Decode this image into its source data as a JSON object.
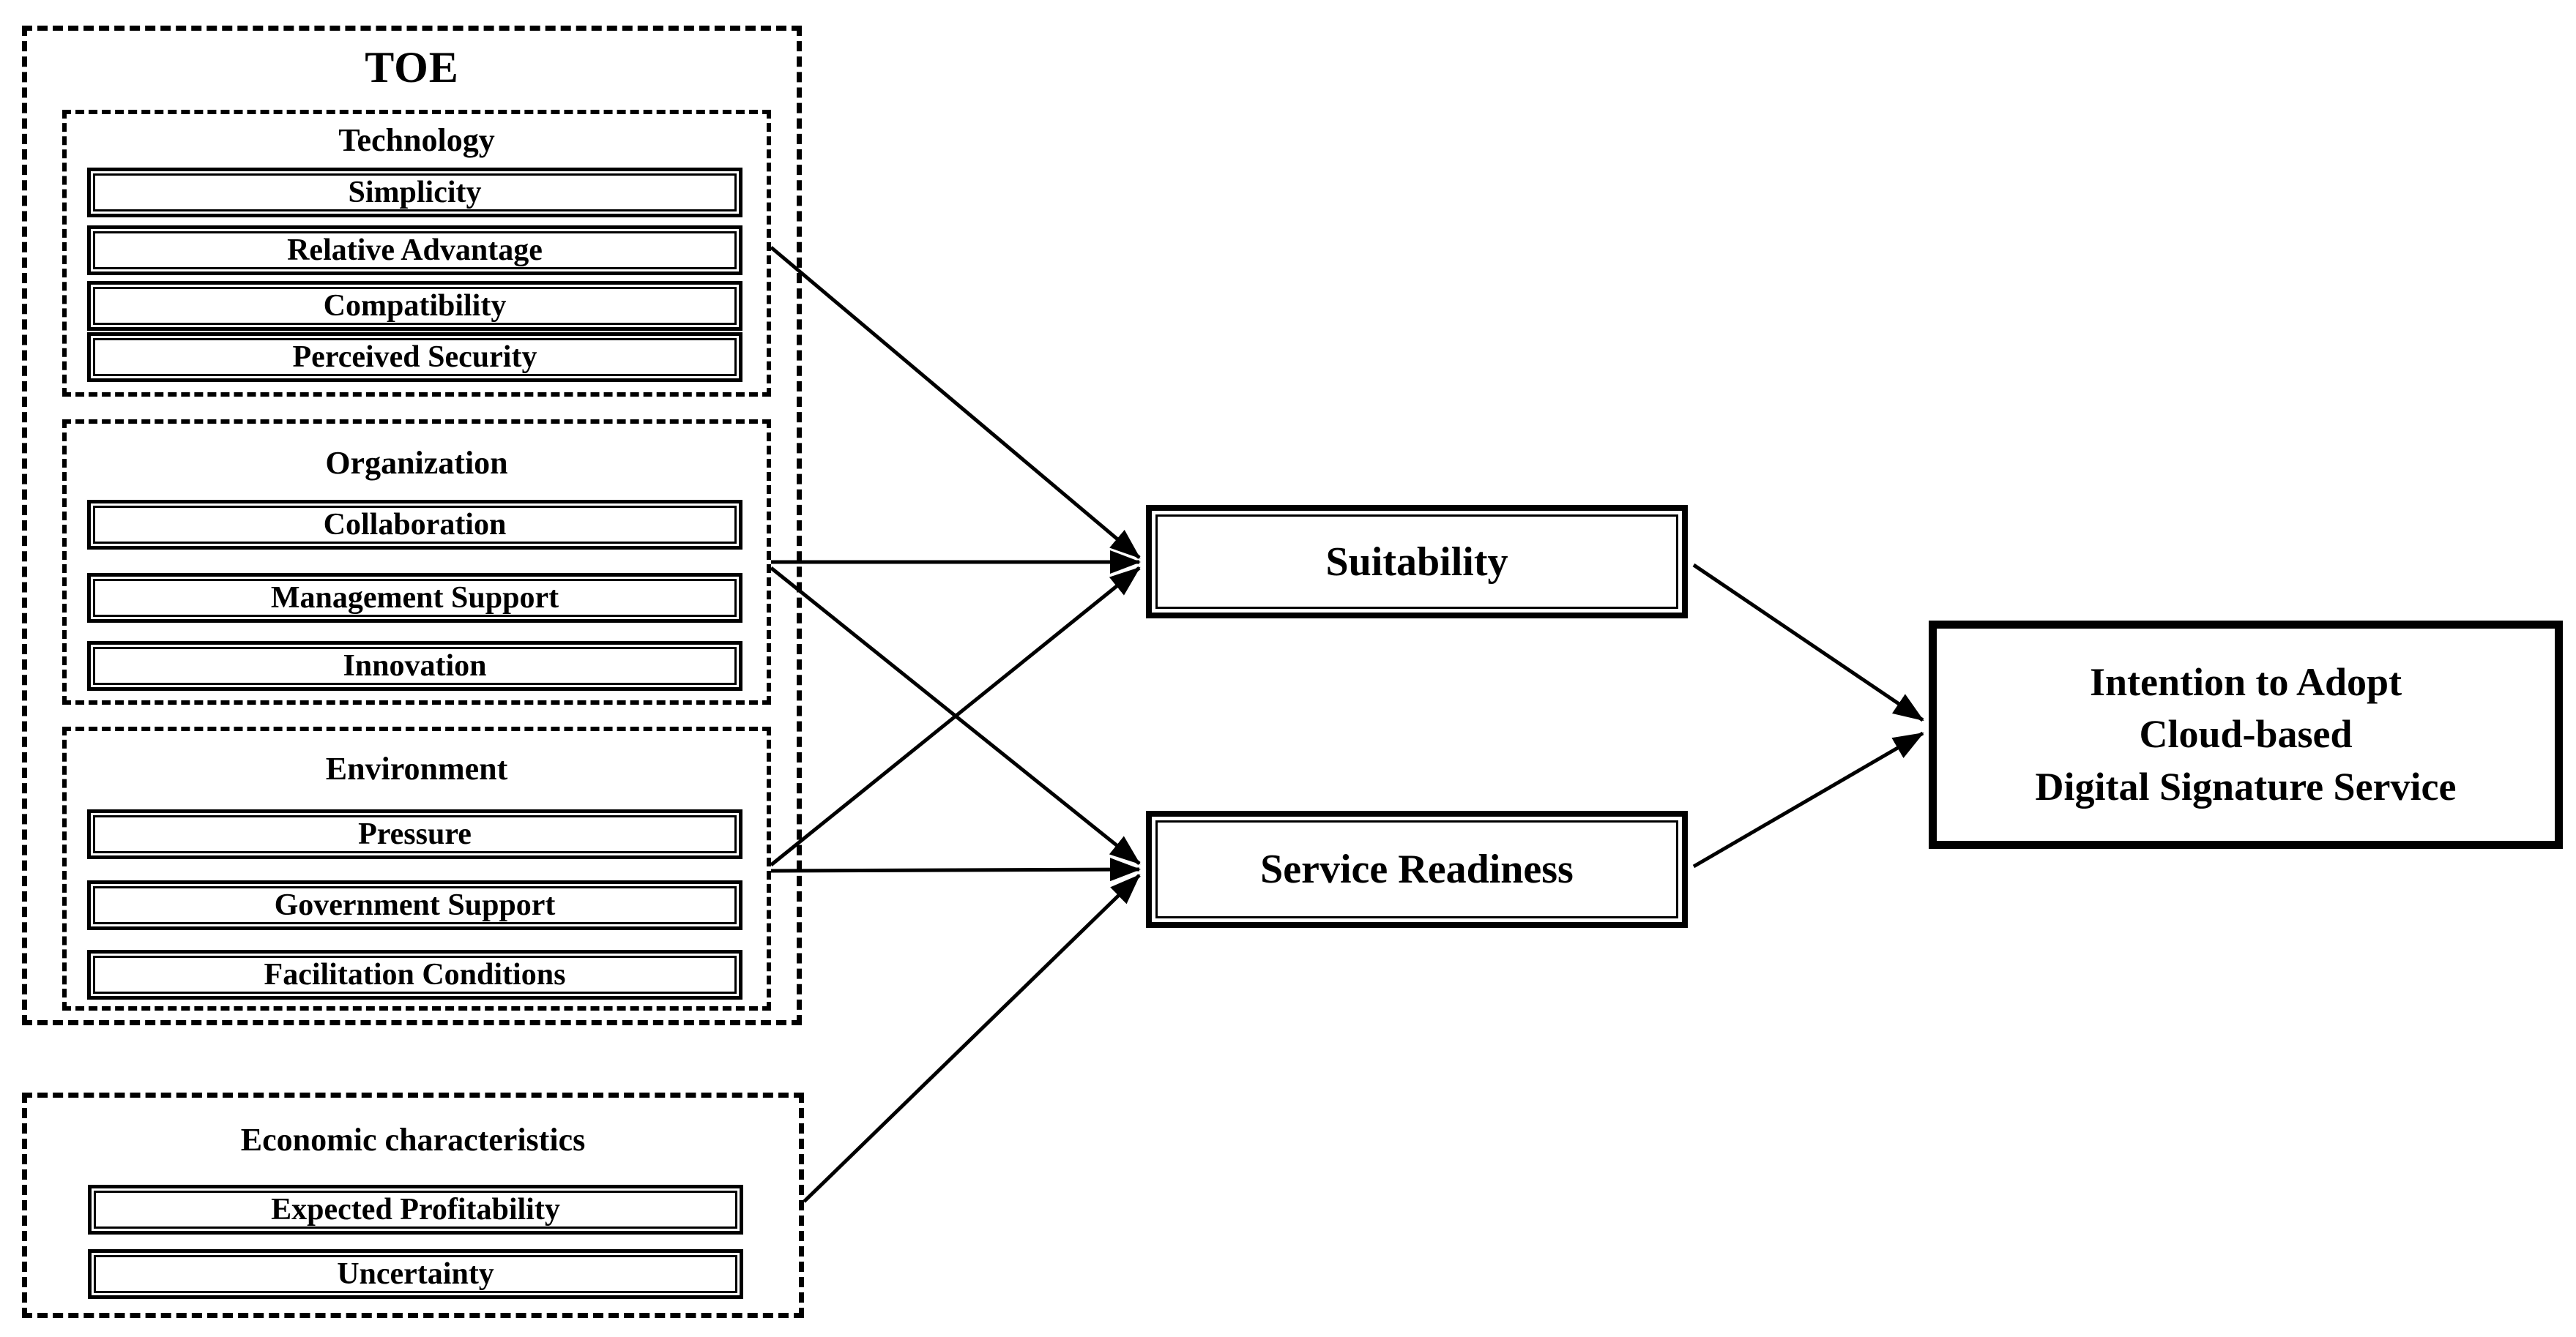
{
  "toe": {
    "title": "TOE",
    "groups": [
      {
        "label": "Technology",
        "items": [
          "Simplicity",
          "Relative Advantage",
          "Compatibility",
          "Perceived Security"
        ]
      },
      {
        "label": "Organization",
        "items": [
          "Collaboration",
          "Management Support",
          "Innovation"
        ]
      },
      {
        "label": "Environment",
        "items": [
          "Pressure",
          "Government Support",
          "Facilitation Conditions"
        ]
      }
    ]
  },
  "economic": {
    "label": "Economic characteristics",
    "items": [
      "Expected Profitability",
      "Uncertainty"
    ]
  },
  "mediators": {
    "suitability": "Suitability",
    "service_readiness": "Service Readiness"
  },
  "outcome": {
    "line1": "Intention to Adopt",
    "line2": "Cloud-based",
    "line3": "Digital Signature Service"
  },
  "colors": {
    "ink": "#000000",
    "background": "#ffffff"
  }
}
